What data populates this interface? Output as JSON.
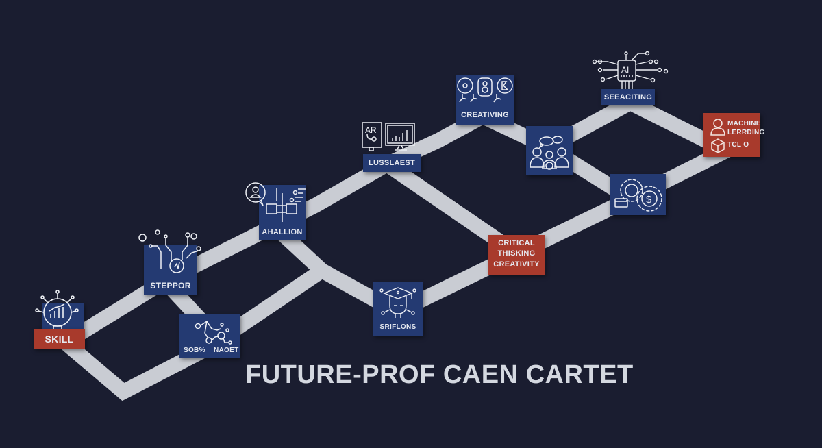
{
  "title": "FUTURE-PROF CAEN CARTET",
  "colors": {
    "background": "#1a1d30",
    "path": "#c9ccd3",
    "card_blue": "#243a72",
    "card_red": "#a83a2c",
    "text_light": "#e6e9f0",
    "title": "#d4d8e0"
  },
  "nodes": [
    {
      "id": "skill",
      "label": "SKILL",
      "icon": "lightbulb-chart-icon",
      "color": "red"
    },
    {
      "id": "steppor",
      "label": "STEPPOR",
      "icon": "circuit-check-icon",
      "color": "blue"
    },
    {
      "id": "network",
      "label_left": "SOB%",
      "label_right": "NAOET",
      "icon": "node-network-icon",
      "color": "blue"
    },
    {
      "id": "ahallion",
      "label": "AHALLION",
      "icon": "user-flow-icon",
      "color": "blue"
    },
    {
      "id": "lusslaest",
      "label": "LUSSLAEST",
      "icon": "ar-monitor-chart-icon",
      "color": "blue"
    },
    {
      "id": "creativing",
      "label": "CREATIVING",
      "icon": "creative-people-icon",
      "color": "blue"
    },
    {
      "id": "collaboration",
      "label": "",
      "icon": "team-chat-icon",
      "color": "blue"
    },
    {
      "id": "searching",
      "label": "SEEACITING",
      "icon": "ai-chip-icon",
      "color": "blue"
    },
    {
      "id": "machine-learning",
      "label_lines": [
        "MACHINE",
        "LERRDING",
        "TCL O"
      ],
      "icon": "user-cube-icon",
      "color": "red"
    },
    {
      "id": "finance",
      "label": "",
      "icon": "gears-dollar-icon",
      "color": "blue"
    },
    {
      "id": "critical-thinking",
      "label_lines": [
        "CRITICAL",
        "THISKING",
        "CREATIVITY"
      ],
      "icon": "",
      "color": "red"
    },
    {
      "id": "skills",
      "label": "SRIFLONS",
      "icon": "graduate-head-icon",
      "color": "blue"
    }
  ]
}
